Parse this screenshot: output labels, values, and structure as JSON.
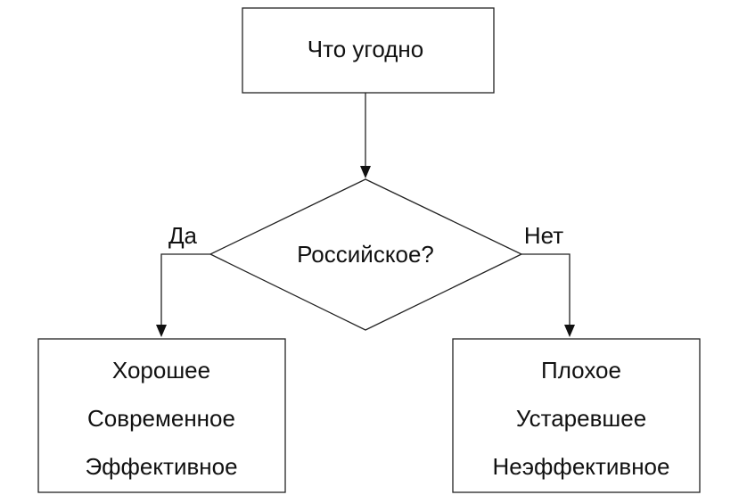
{
  "flowchart": {
    "start": {
      "label": "Что угодно"
    },
    "decision": {
      "label": "Российское?"
    },
    "branch_yes": {
      "label": "Да",
      "lines": [
        "Хорошее",
        "Современное",
        "Эффективное"
      ]
    },
    "branch_no": {
      "label": "Нет",
      "lines": [
        "Плохое",
        "Устаревшее",
        "Неэффективное"
      ]
    }
  },
  "colors": {
    "stroke": "#222222",
    "text": "#111111",
    "background": "#ffffff"
  }
}
